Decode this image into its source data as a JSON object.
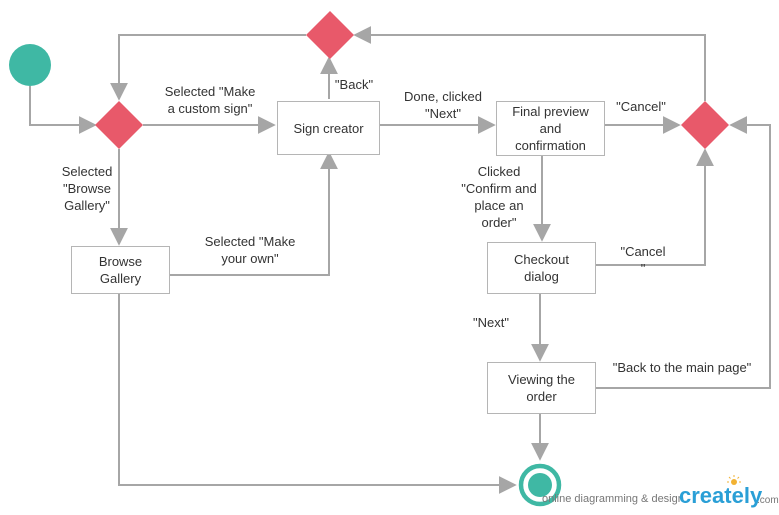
{
  "colors": {
    "start": "#3fb8a4",
    "decision": "#e8596a",
    "line": "#a6a6a6",
    "box_border": "#b5b5b5",
    "brand": "#2a9fd6",
    "bulb": "#f2b233"
  },
  "nodes": {
    "sign_creator": "Sign creator",
    "final_preview": "Final preview\nand\nconfirmation",
    "browse_gallery": "Browse\nGallery",
    "checkout_dialog": "Checkout\ndialog",
    "viewing_order": "Viewing the\norder"
  },
  "labels": {
    "selected_make_custom": "Selected \"Make\na custom sign\"",
    "back": "\"Back\"",
    "done_clicked_next": "Done, clicked\n\"Next\"",
    "cancel_top": "\"Cancel\"",
    "selected_browse_gallery": "Selected\n\"Browse\nGallery\"",
    "clicked_confirm": "Clicked\n\"Confirm and\nplace an\norder\"",
    "selected_make_own": "Selected \"Make\nyour own\"",
    "cancel_checkout": "\"Cancel\n\"",
    "next": "\"Next\"",
    "back_to_main": "\"Back to the main page\""
  },
  "watermark": {
    "text": "online diagramming & design",
    "brand": "creately",
    "suffix": ".com"
  }
}
